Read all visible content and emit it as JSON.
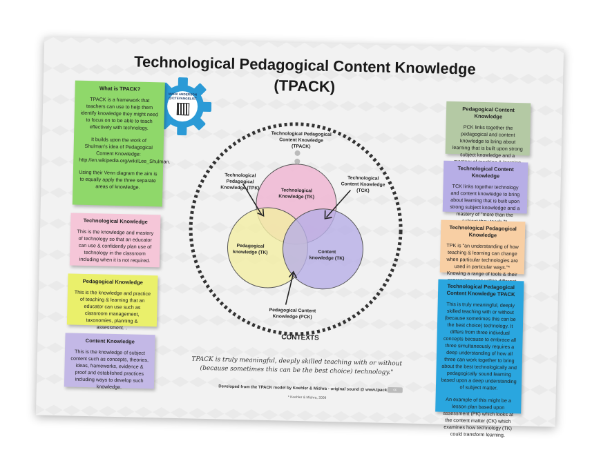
{
  "title_line1": "Technological Pedagogical Content Knowledge",
  "title_line2": "(TPACK)",
  "gear": {
    "name": "MARK ANDERSON",
    "handle": "@ICTEVANGELIST"
  },
  "boxes": {
    "what": {
      "title": "What is TPACK?",
      "p1": "TPACK is a framework that teachers can use to help them identify knowledge they might need to focus on to be able to teach effectively with technology.",
      "p2": "It builds upon the work of Shulman's idea of Pedagogical Content Knowledge: http://en.wikipedia.org/wiki/Lee_Shulman.",
      "p3": "Using their Venn diagram the aim is to equally apply the three separate areas of knowledge."
    },
    "tk": {
      "title": "Technological Knowledge",
      "p1": "This is the knowledge and mastery of technology so that an educator can use & confidently plan use of technology in the classroom including when it is not required."
    },
    "pk": {
      "title": "Pedagogical Knowledge",
      "p1": "This is the knowledge and practice of teaching & learning that an educator can use such as classroom management, taxonomies, planning & assessment. ."
    },
    "ck": {
      "title": "Content Knowledge",
      "p1": "This is the knowledge of subject content such as concepts, theories, ideas, frameworks, evidence & proof and established practices including ways to develop such knowledge."
    },
    "pck": {
      "title": "Pedagogical Content  Knowledge",
      "p1": "PCK links together the pedagogical and content knowledge to bring about learning that is built upon strong subject knowledge and a mastery of teaching & learning strategies."
    },
    "tck": {
      "title": "Technological Content Knowledge",
      "p1": "TCK links together technology and content knowledge to bring about learning that is built upon strong subject knowledge and a mastery of \"more than the subject they teach.\"*"
    },
    "tpk": {
      "title": "Technological Pedagogical Knowledge",
      "p1": "TPK is \"an understanding of how teaching & learning can change when particular technologies are used in particular ways.\"* Knowing a range of tools & their appropriateness within different strategies."
    },
    "tpack": {
      "title": "Technological Pedagogical Content Knowledge TPACK",
      "p1": "This is truly meaningful, deeply skilled teaching with or without (because sometimes this can be the best choice) technology. It differs from three individual concepts because to embrace all three simultaneously requires a deep understanding of how all three can work together to bring about the best technologically and pedagogically sound learning based upon a deep understanding of subject matter.",
      "p2": "An example of this might be a lesson plan based upon assessment (PK) which looks at the content matter (CK) which examines how technology (TK) could transform learning."
    }
  },
  "venn": {
    "tk": "Technological Knowledge (TK)",
    "pk": "Pedagogical knowledge (TK)",
    "ck": "Content knowledge (TK)",
    "tpack_label": "Technological Pedagogical Content Knowledge (TPACK)",
    "tpk_label": "Technological Pedagogical Knowledge (TPK)",
    "tck_label": "Technological Content Knowledge (TCK)",
    "pck_label": "Pedagogical Content Knowledge (PCK)",
    "contexts": "CONTEXTS",
    "colors": {
      "tk": "#f0b7d3",
      "pk": "#f2eda2",
      "ck": "#b7aee6",
      "ring": "#333333"
    }
  },
  "quote": "TPACK is truly meaningful, deeply skilled teaching with or without (because sometimes this can be the best choice) technology.\"",
  "credit": "Developed from the TPACK model by Koehler & Mishra - original sound @ www.tpack.org",
  "citation": "* Koehler & Mishra, 2009"
}
